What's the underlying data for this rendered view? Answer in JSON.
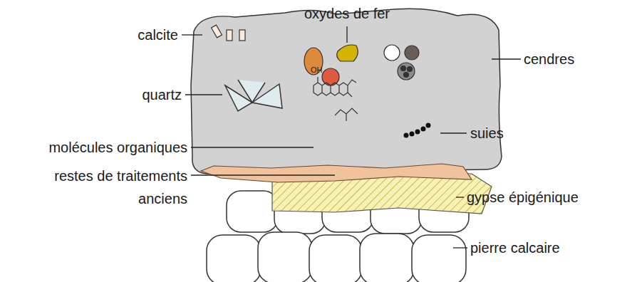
{
  "diagram": {
    "labels": [
      "oxydes de fer",
      "calcite",
      "cendres",
      "quartz",
      "OH",
      "molécules organiques",
      "suies",
      "restes de traitements anciens",
      "gypse épigénique",
      "pierre calcaire"
    ]
  }
}
